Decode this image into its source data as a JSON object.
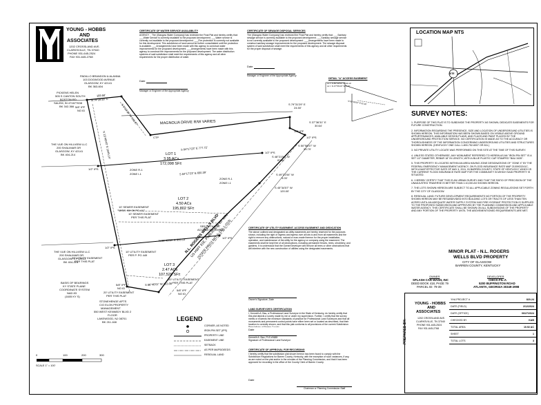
{
  "firm": {
    "name_l1": "YOUNG - HOBBS",
    "name_l2": "AND",
    "name_l3": "ASSOCIATES",
    "addr1": "1202 CROSSLAND AVE.",
    "addr2": "CLARKSVILLE, TN 37040",
    "phone": "PHONE 931-645-2524",
    "fax": "FAX 931-645-2768"
  },
  "certs": {
    "water_title": "CERTIFICATE OF WATER SERVICE AVAILABILITY",
    "water_body": "AGENCY _ The (Glasgow Water Company) has reviewed the Final Plat and hereby certify that: ___Water service is currently available to the proposed development. ___Water service is currently not available to the proposed development. ___Fire protection is currently not available for this development. This subdivision of land cannot be further consolidated until fire protection is available. ___Arrangements have been made with this agency to construct water improvements for the proposed development. ___Arrangements have been made with this agency to construct fire improvements for the proposed development. The water distribution systems of said subdivision shall meet the requirements of this agency and all other requirements for the proper distribution of water.",
    "water_date": "Date",
    "water_sig": "Manager or Engineer of the Appropriate Agency",
    "sewer_title": "CERTIFICATE OF SEWAGE DISPOSAL SERVICES",
    "sewer_body": "The (Glasgow Water Company) has reviewed the Final Plat and hereby certify that: ___Sanitary sewage service is currently available to the proposed development. ___Sanitary sewage service is not currently available to the proposed development. ___Arrangements have been made to construct sanitary sewage improvements for the proposed development. The sewage disposal system of said subdivision shall meet the requirements of this agency and all other requirements for the proper disposal of sewage.",
    "sewer_date": "Date",
    "sewer_sig": "Manager or Engineer of the Appropriate Agency",
    "detail_title": "DETAIL \"A\" ACCESS EASEMENT",
    "detail_l1": "L1 = S 89°49'50\" W 34.10'",
    "detail_l2": "L2 = N 47°56'23\" W 6.15'",
    "detail_l3": "N 89°49'50\" E 32.90'"
  },
  "map": {
    "title": "LOCATION MAP NTS",
    "site": "SITE"
  },
  "notes": {
    "title": "SURVEY NOTES:",
    "items": [
      "1.     PURPOSE OF THIS PLAT IS TO SUBDIVIDE THE PROPERTY AS SHOWN; DEDICATE EASEMENTS FOR FUTURE CONSTRUCTION.",
      "2.     INFORMATION REGARDING THE PRESENCE, SIZE AND LOCATION OF UNDERGROUND UTILITIES IS SHOWN HEREON. THIS INFORMATION HAS BEEN SHOWN BASED ON VISIBLE ABOVE GROUND APPURTENANCES, AVAILABLE DESIGN PLANS, AND FLAGS AND PAINT PLACED BY THE UNDERGROUND PROTECTION SERVICE. NO CERTIFICATION IS MADE AS TO THE ACCURACY OR THOROUGHNESS OF THE INFORMATION CONCERNING UNDERGROUND UTILITIES AND STRUCTURES SHOWN HEREON. (KENTUCKY ONE CALL 1-800-752-6007 OR 811.)",
      "3.     NO PRIVATE UTILITY LOCATE WAS PERFORMED ON THIS SITE AT THE TIME OF THIS SURVEY.",
      "4.     UNLESS STATED OTHERWISE, ANY MONUMENT REFERRED TO HEREIN AS AN \"IRON PIN SET\" IS A SET 1/2\" DIAMETER, REBAR 18\" IN LENGTH, WITH A BLUE PLASTIC CAP STAMPED \"BAU 3435\".",
      "5.     THIS PROPERTY IS LOCATED WITHIN AN AREA HAVING ZONE DESIGNATIONS OF \"ZONE X\" BY THE FEDERAL EMERGENCY MANAGEMENT AGENCY, ON FLOOD INSURANCE RATE MAP 21009C0241C, WITH A MAP EFFECTIVE DATE OF MAY 4, 2011, IN BARREN COUNTY, STATE OF KENTUCKY, WHICH IS THE CURRENT FLOOD INSURANCE RATE MAP FOR THE COMMUNITY IN WHICH SAID PROPERTY IS SITUATED.",
      "6.     I HEREBY CERTIFY THAT THIS IS AN URBAN SURVEY AND THAT THE RATIO OF PRECISION OF THE UNADJUSTED TRAVERSE IS BETTER THAN 1:10,000 AS SHOWN HEREON.",
      "7.     THE LOTS SHOWN HEREON ARE SUBJECT TO ALL APPLICABLE ZONING REGULATIONS SET FORTH BY THE CITY OF GLASGOW.",
      "8. RESIDUAL LAND: FUTURE DEVELOPMENT REQUIREMENTS NO PORTION OF THE PROPERTY SHOWN HEREON MAY BE RESUBDIVIDED INTO BUILDING LOTS OR TRACTS OF LESS THAN TEN ACRES UNTIL AN ADEQUATE WATER SUPPLY SYSTEM HAS FIRE HYDRANT PROTECTION IS SUPPLIED TO THE PROPOSED SUBDIVISION AND APPROVED BY THE PLANNING COMMISSION AND APPLICABLE WATER AGENCY. THIS CERTIFICATE SHALL BE SHOWN ON ALL SUBDIVISIONS OF THE PROPERTY AND ANY PORTION OF THE PROPERTY UNTIL THE ABOVEMENTIONED REQUIREMENTS ARE MET."
    ]
  },
  "utility_cert": {
    "title": "CERTIFICATE OF UTILITY EASEMENT, ACCESS EASEMENT AND DEDICATION",
    "body": "The above outlined and designated as utility easements are hereby reserved for the purposes shown, including the right of ingress and egress over all lots to and from all easements and the right to remove any obstructions, natural or man-made thereon for the proper installation, operation, and maintenance of the utility for the agency or company using the easement. The easements shall be kept free of all obstructions, including permanent fences, trees, shrubbery, and gardens. It is understood that the Owner/Developer will remove all trees or other obstructions that will interfere with the new construction of utilities using the designated easements.",
    "sig": "Owner's Signature, Date",
    "surveyor_title": "LAND SURVEYOR'S CERTIFICATION",
    "surveyor_body": "I, Kenneth A. Bau, a Professional Land Surveyor in the State of Kentucky, do hereby certify that this plat depicts a survey made by me or under my supervision. Further, I certify that the survey meets or exceeds the minimum standards of practice for Professional Land Surveyors and that all monuments and permanent control points have either been set or located as described, that their location is correctly shown, and that this plat conforms to all provisions of the current Subdivision Regulations of Barren County.",
    "surveyor_date": "Date",
    "surveyor_sig1": "Kenneth A. Bau, PLS #3685",
    "surveyor_sig2": "Signature of Professional Land Surveyor",
    "approval_title": "CERTIFICATE OF APPROVAL FOR RECORDING",
    "approval_body": "I hereby certify that the subdivision plat shown hereon has been found to comply with the Subdivision Regulations for Barren County, Kentucky, with the exception of such variances, if any, as are noted on the plat and/or in the minutes of the Planning Commission, and that it has been approved for recording in the office of the County Clerk of Barren County.",
    "approval_date": "Date",
    "approval_sig": "Chairman or Planning Commission Staff"
  },
  "title_block": {
    "l1": "MINOR PLAT - N.L. ROGERS",
    "l2": "WELLS BLVD PROPERTY",
    "l3": "CITY OF GLASGOW",
    "l4": "BARREN COUNTY, KENTUCKY",
    "owner_h": "OWNER",
    "owner1": "SPLASH CAR WASH, INC",
    "owner2": "DEED BOOK 418, PAGE 79",
    "owner3": "PARCEL ID: 79-39",
    "dev_h": "DEVELOPER",
    "dev1": "CHICK-FIL-A",
    "dev2": "5200 BUFFINGTON ROAD",
    "dev3": "ATLANTA, GEORGIA  30349-2998",
    "prepared_by": "PREPARED BY:",
    "rows": [
      {
        "k": "YHA PROJECT #",
        "v": "820-24"
      },
      {
        "k": "DATE (FIELD)",
        "v": "2/12/2024"
      },
      {
        "k": "DATE (OFFICE)",
        "v": "06/27/2024"
      },
      {
        "k": "CHECKED BY",
        "v": "KAB"
      },
      {
        "k": "TOTAL AREA",
        "v": "10.92 AC"
      },
      {
        "k": "SHEET",
        "v": "1"
      },
      {
        "k": "TOTAL LOTS",
        "v": "3"
      }
    ]
  },
  "legend": {
    "title": "LEGEND",
    "items": [
      "CORNER, AS NOTED",
      "IRON PIN SET (IPS)",
      "PROPERTY LINE",
      "EASEMENT LINE",
      "SETBACK",
      "AS PER MAPS/DEEDS",
      "RESIDUAL LAND"
    ]
  },
  "scale": {
    "t0": "0",
    "t1": "100",
    "t2": "200",
    "t3": "300",
    "label": "SCALE 1\" = 100'"
  },
  "plat": {
    "road": "MAGNOLIA DRIVE R/W VARIES",
    "lot1": "LOT 1",
    "lot1a": "3.95 ACs",
    "lot1b": "172,098 SF±",
    "lot2": "LOT 2",
    "lot2a": "4.50 ACs",
    "lot2b": "195,802 SF±",
    "lot3": "LOT 3",
    "lot3a": "2.47 ACs",
    "lot3b": "107,528 SF±",
    "b1": "S 84°17'23\" E  777.72'",
    "b2": "S 84°17'23\" E  650.39'",
    "b3": "N 89°49'50\" E  533.13'",
    "b4": "S 79°31'29\" E",
    "b4d": "24.50'",
    "b5": "S 37°36'31\" E",
    "b5d": "30.64'",
    "b6": "S 50°58'07\" W",
    "b6d": "99.79'",
    "b7": "S 48°21'54\" W",
    "b7d": "87.81'",
    "b8": "S 49°21'54\" W",
    "b8d": "9.03'",
    "b9": "S 45°34'57\" W",
    "b9d": "120.00'",
    "b10": "S 86°46'01\" W  223.08'",
    "top": "159.58'",
    "topb": "N 74°28'18\" E",
    "zone1": "ZONE R-1",
    "zone2": "ZONE I-1",
    "zone3": "ZONE R-1",
    "zone4": "ZONE I-1",
    "wells": "N.L. ROGERS WELLS BLVD",
    "wells2": "US HWY 31E, PUBLIC R/W 80' MIN",
    "wells3": "(STATE PROJ NO. 5-142-1-010)",
    "adj1": "PADILLO BRANDON & ALANNA",
    "adj1b": "103 DOGWOOD AVENUE",
    "adj1c": "GLASGOW, KY 42141",
    "adj1d": "BK 363-604",
    "adj2": "PICKENS HELEN",
    "adj2b": "505 S CANTON SOUTH",
    "adj2c": "BOSTON RD",
    "adj2d": "SALEM, IN 471677638",
    "adj2e": "BK 342-366",
    "adj3": "THE VUE ON HILLVIEW LLC",
    "adj3b": "200 SHALIMAR DR",
    "adj3c": "GLASGOW, KY 42141",
    "adj3d": "BK 404-214",
    "adj4": "THE VUE ON HILLVIEW LLC",
    "adj4b": "200 SHALIMAR DR",
    "adj4c": "GLASGOW, KY 42141",
    "adj4d": "BK 404-214",
    "adj5": "BASIS OF BEARINGS",
    "adj5b": "KY STATE PLANE",
    "adj5c": "COORDINATE SYSTEM",
    "adj5d": "NAD 83",
    "adj5e": "(1605 KY S)",
    "adj6": "STONEHENGE APTS",
    "adj6b": "C/O ELON PROPERTY",
    "adj6c": "MANAGEMENT",
    "adj6d": "550 WEST KENNEDY BLVD 2",
    "adj6e": "FLOOR",
    "adj6f": "LAKEWOOD, NJ 08701",
    "adj6g": "BK 211-168",
    "e1": "10' SEWER EASEMENT",
    "e1b": "MISC. BK 26 PG 447",
    "e2": "10' SEWER EASEMENT",
    "e2b": "PER THIS PLAT",
    "e3": "10' UTILITY EASEMENT",
    "e3b": "PER P. PG 449",
    "e4": "20' UTILITY EASEMENT",
    "e4b": "PER THIS PLAT",
    "e5": "20' UTILITY EASEMENT",
    "e5b": "PER THIS PLAT",
    "e6": "20' UTILITY EASEMENT",
    "e6b": "PER THIS PLAT",
    "detail_ref": "SEE DETAIL \"A\"",
    "detail_ref2": "ACCESS EASEMENT",
    "ips": "1/2\" IPS",
    "ipf": "5/8\" IPF",
    "nogc": "NO ID",
    "ctl": "CTP",
    "ipf2": "1/2\" IPF",
    "side1": "N 13°48'43\" E  1045.14'",
    "side2": "S 5°33'36\" W  166.87'"
  }
}
